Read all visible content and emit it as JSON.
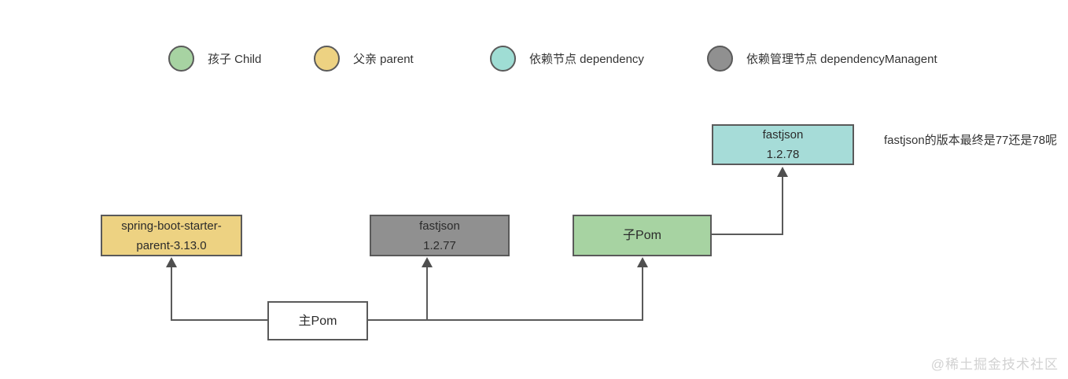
{
  "legend": {
    "items": [
      {
        "name": "child",
        "label": "孩子 Child",
        "color": "#a7d3a2"
      },
      {
        "name": "parent",
        "label": "父亲 parent",
        "color": "#edd282"
      },
      {
        "name": "dependency",
        "label": "依赖节点 dependency",
        "color": "#9fddd4"
      },
      {
        "name": "dependency-management",
        "label": "依赖管理节点 dependencyManagent",
        "color": "#909090"
      }
    ]
  },
  "diagram": {
    "nodes": {
      "fastjson_78": {
        "line1": "fastjson",
        "line2": "1.2.78",
        "fill": "#a6dcd8"
      },
      "spring_parent": {
        "line1": "spring-boot-starter-",
        "line2": "parent-3.13.0",
        "fill": "#edd282"
      },
      "fastjson_77": {
        "line1": "fastjson",
        "line2": "1.2.77",
        "fill": "#909090"
      },
      "child_pom": {
        "label": "子Pom",
        "fill": "#a7d3a2"
      },
      "main_pom": {
        "label": "主Pom",
        "fill": "#ffffff"
      }
    },
    "annotation": "fastjson的版本最终是77还是78呢"
  },
  "watermark": "@稀土掘金技术社区",
  "colors": {
    "line": "#5a5a5a",
    "border": "#5a5a5a",
    "text": "#2b2b2b"
  }
}
